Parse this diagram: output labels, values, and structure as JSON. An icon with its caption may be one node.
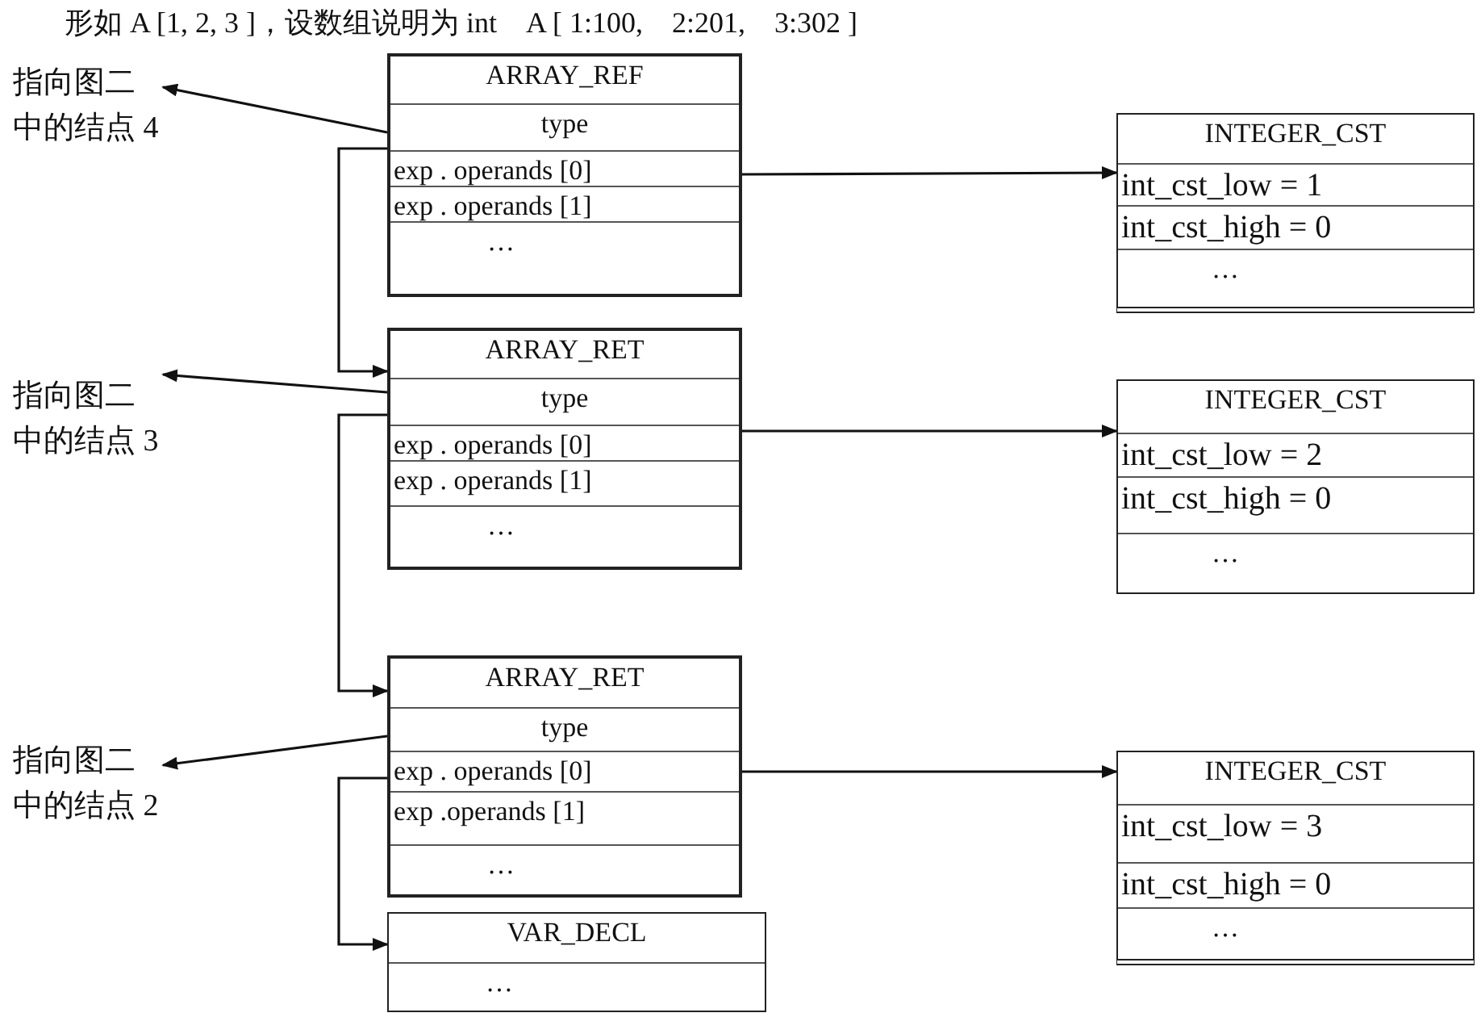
{
  "diagram": {
    "title": "形如 A [1, 2, 3 ]，设数组说明为 int　A [ 1:100,　2:201,　3:302 ]",
    "nodes": [
      {
        "text": [
          "指向图二中的结点 4"
        ]
      },
      {
        "text": [
          "ARRAY_REF",
          "type",
          "exp . operands [0]",
          "exp . operands [1]",
          "…"
        ]
      },
      {
        "text": [
          "INTEGER_CST",
          "int_cst_low = 1",
          "int_cst_high = 0",
          "…"
        ]
      },
      {
        "text": [
          "指向图二中的结点 3"
        ]
      },
      {
        "text": [
          "ARRAY_RET",
          "type",
          "exp . operands [0]",
          "exp . operands [1]",
          "…"
        ]
      },
      {
        "text": [
          "INTEGER_CST",
          "int_cst_low = 2",
          "int_cst_high = 0",
          "…"
        ]
      },
      {
        "text": [
          "指向图二中的结点 2"
        ]
      },
      {
        "text": [
          "ARRAY_RET",
          "type",
          "exp . operands [0]",
          "exp .operands [1]",
          "…"
        ]
      },
      {
        "text": [
          "INTEGER_CST",
          "int_cst_low = 3",
          "int_cst_high = 0",
          "…"
        ]
      },
      {
        "text": [
          "VAR_DECL",
          "…"
        ]
      }
    ],
    "edges": [
      {
        "from": 1,
        "to": 0,
        "arrow": "to"
      },
      {
        "from": 1,
        "to": 2,
        "arrow": "to"
      },
      {
        "from": 1,
        "to": 4,
        "arrow": "to"
      },
      {
        "from": 4,
        "to": 3,
        "arrow": "to"
      },
      {
        "from": 4,
        "to": 5,
        "arrow": "to"
      },
      {
        "from": 4,
        "to": 7,
        "arrow": "to"
      },
      {
        "from": 7,
        "to": 6,
        "arrow": "to"
      },
      {
        "from": 7,
        "to": 8,
        "arrow": "to"
      },
      {
        "from": 7,
        "to": 9,
        "arrow": "to"
      }
    ]
  }
}
